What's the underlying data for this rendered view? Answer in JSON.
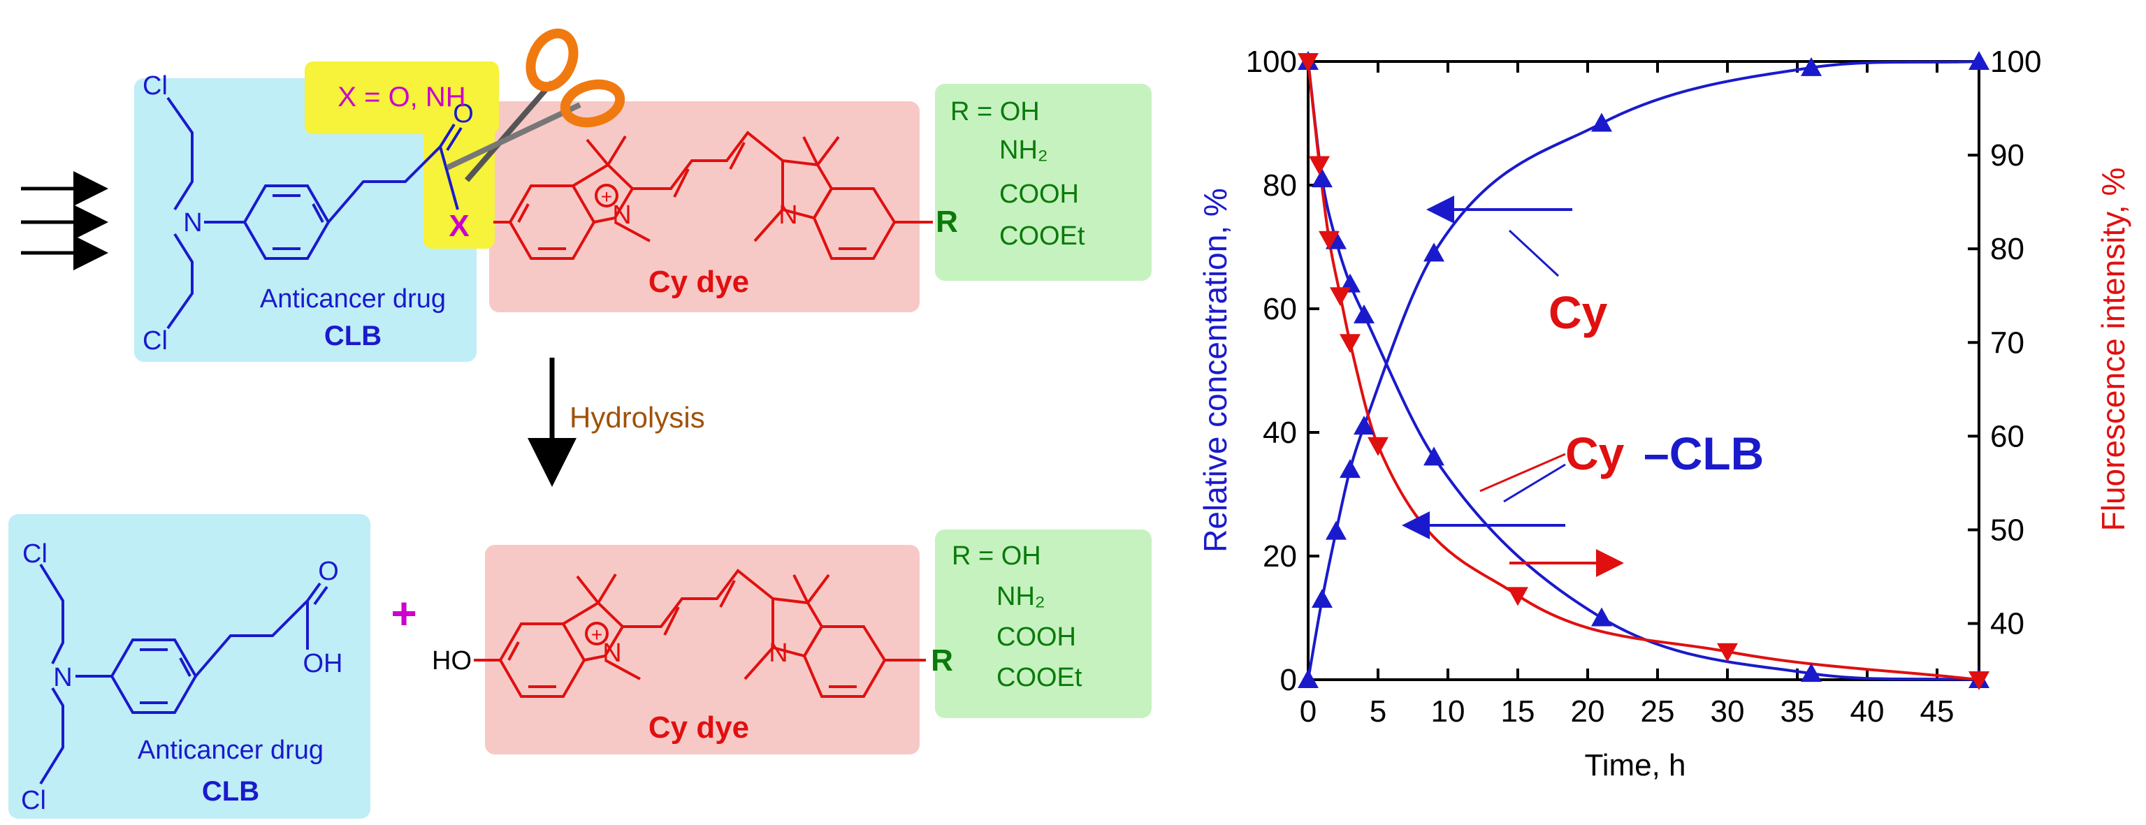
{
  "colors": {
    "blue": "#1a1acc",
    "red": "#e01010",
    "green": "#0a7a0a",
    "magenta": "#cc00cc",
    "brown": "#a0520a",
    "cyan_box": "#bfeef7",
    "red_box": "#f7c9c6",
    "green_box": "#c6f2c0",
    "yellow_box": "#f7f23a"
  },
  "top": {
    "x_label": "X = O, NH",
    "x_atom": "X",
    "cl_top": "Cl",
    "cl_bottom": "Cl",
    "n_atom": "N",
    "o_atom": "O",
    "drug_label": "Anticancer drug",
    "drug_name": "CLB",
    "cy_label": "Cy dye",
    "n_plus": "N",
    "n_neutral": "N",
    "r_atom": "R",
    "r_options": [
      "R = OH",
      "NH₂",
      "COOH",
      "COOEt"
    ]
  },
  "arrow_label": "Hydrolysis",
  "bottom": {
    "cl_top": "Cl",
    "cl_bottom": "Cl",
    "n_atom": "N",
    "o_atom": "O",
    "oh": "OH",
    "drug_label": "Anticancer drug",
    "drug_name": "CLB",
    "plus": "+",
    "ho": "HO",
    "cy_label": "Cy dye",
    "n_plus": "N",
    "n_neutral": "N",
    "r_atom": "R",
    "r_options": [
      "R = OH",
      "NH₂",
      "COOH",
      "COOEt"
    ]
  },
  "chart_data": {
    "type": "scatter",
    "xlabel": "Time, h",
    "ylabel_left": "Relative concentration, %",
    "ylabel_right": "Fluorescence intensity, %",
    "xlim": [
      0,
      48
    ],
    "ylim_left": [
      0,
      100
    ],
    "ylim_right": [
      34,
      100
    ],
    "x_ticks": [
      0,
      5,
      10,
      15,
      20,
      25,
      30,
      35,
      40,
      45
    ],
    "y_ticks_left": [
      0,
      20,
      40,
      60,
      80,
      100
    ],
    "y_ticks_right": [
      40,
      50,
      60,
      70,
      80,
      90,
      100
    ],
    "annotations": [
      "Cy",
      "Cy",
      "–CLB"
    ],
    "series": [
      {
        "axis": "left",
        "marker": "triangle-up",
        "color": "#1a1acc",
        "x": [
          0,
          1,
          2,
          3,
          4,
          9,
          21,
          36,
          48
        ],
        "y": [
          100,
          81,
          71,
          64,
          59,
          36,
          10,
          1,
          0
        ]
      },
      {
        "axis": "left",
        "marker": "triangle-up",
        "color": "#1a1acc",
        "x": [
          0,
          1,
          2,
          3,
          4,
          9,
          21,
          36,
          48
        ],
        "y": [
          0,
          13,
          24,
          34,
          41,
          69,
          90,
          99,
          100
        ]
      },
      {
        "axis": "right",
        "marker": "triangle-down",
        "color": "#e01010",
        "x": [
          0,
          0.8,
          1.5,
          2.3,
          3,
          5,
          15,
          30,
          48
        ],
        "y": [
          100,
          89,
          81,
          75,
          70,
          59,
          43,
          37,
          34
        ]
      }
    ]
  }
}
